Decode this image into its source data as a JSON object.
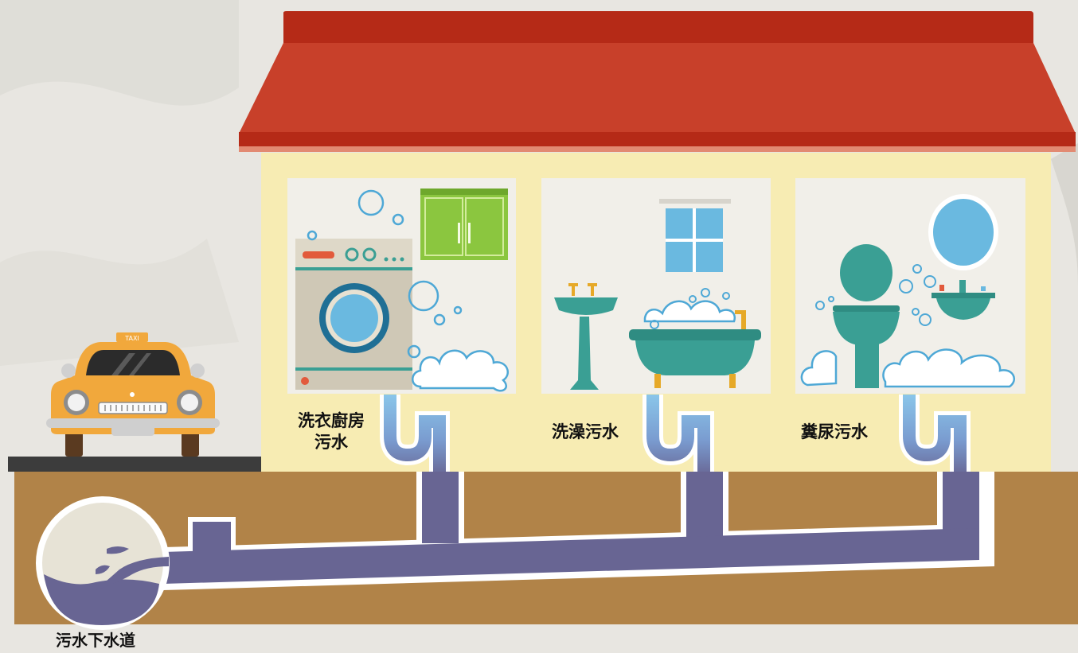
{
  "labels": {
    "laundry_kitchen": [
      "洗衣廚房",
      "污水"
    ],
    "bath": "洗澡污水",
    "toilet": "糞尿污水",
    "sewer": "污水下水道"
  },
  "taxi_sign": "TAXI",
  "colors": {
    "roof": "#c8402a",
    "roof_dark": "#b52a17",
    "wall": "#f7ecb3",
    "room_bg": "#f1efe9",
    "soil": "#b18348",
    "sewer_pipe": "#686593",
    "drain_pipe": "#8ac6ea",
    "teal": "#3a9f94",
    "cabinet": "#8bc63f",
    "taxi": "#f1a83c",
    "road": "#3c3c3c"
  }
}
